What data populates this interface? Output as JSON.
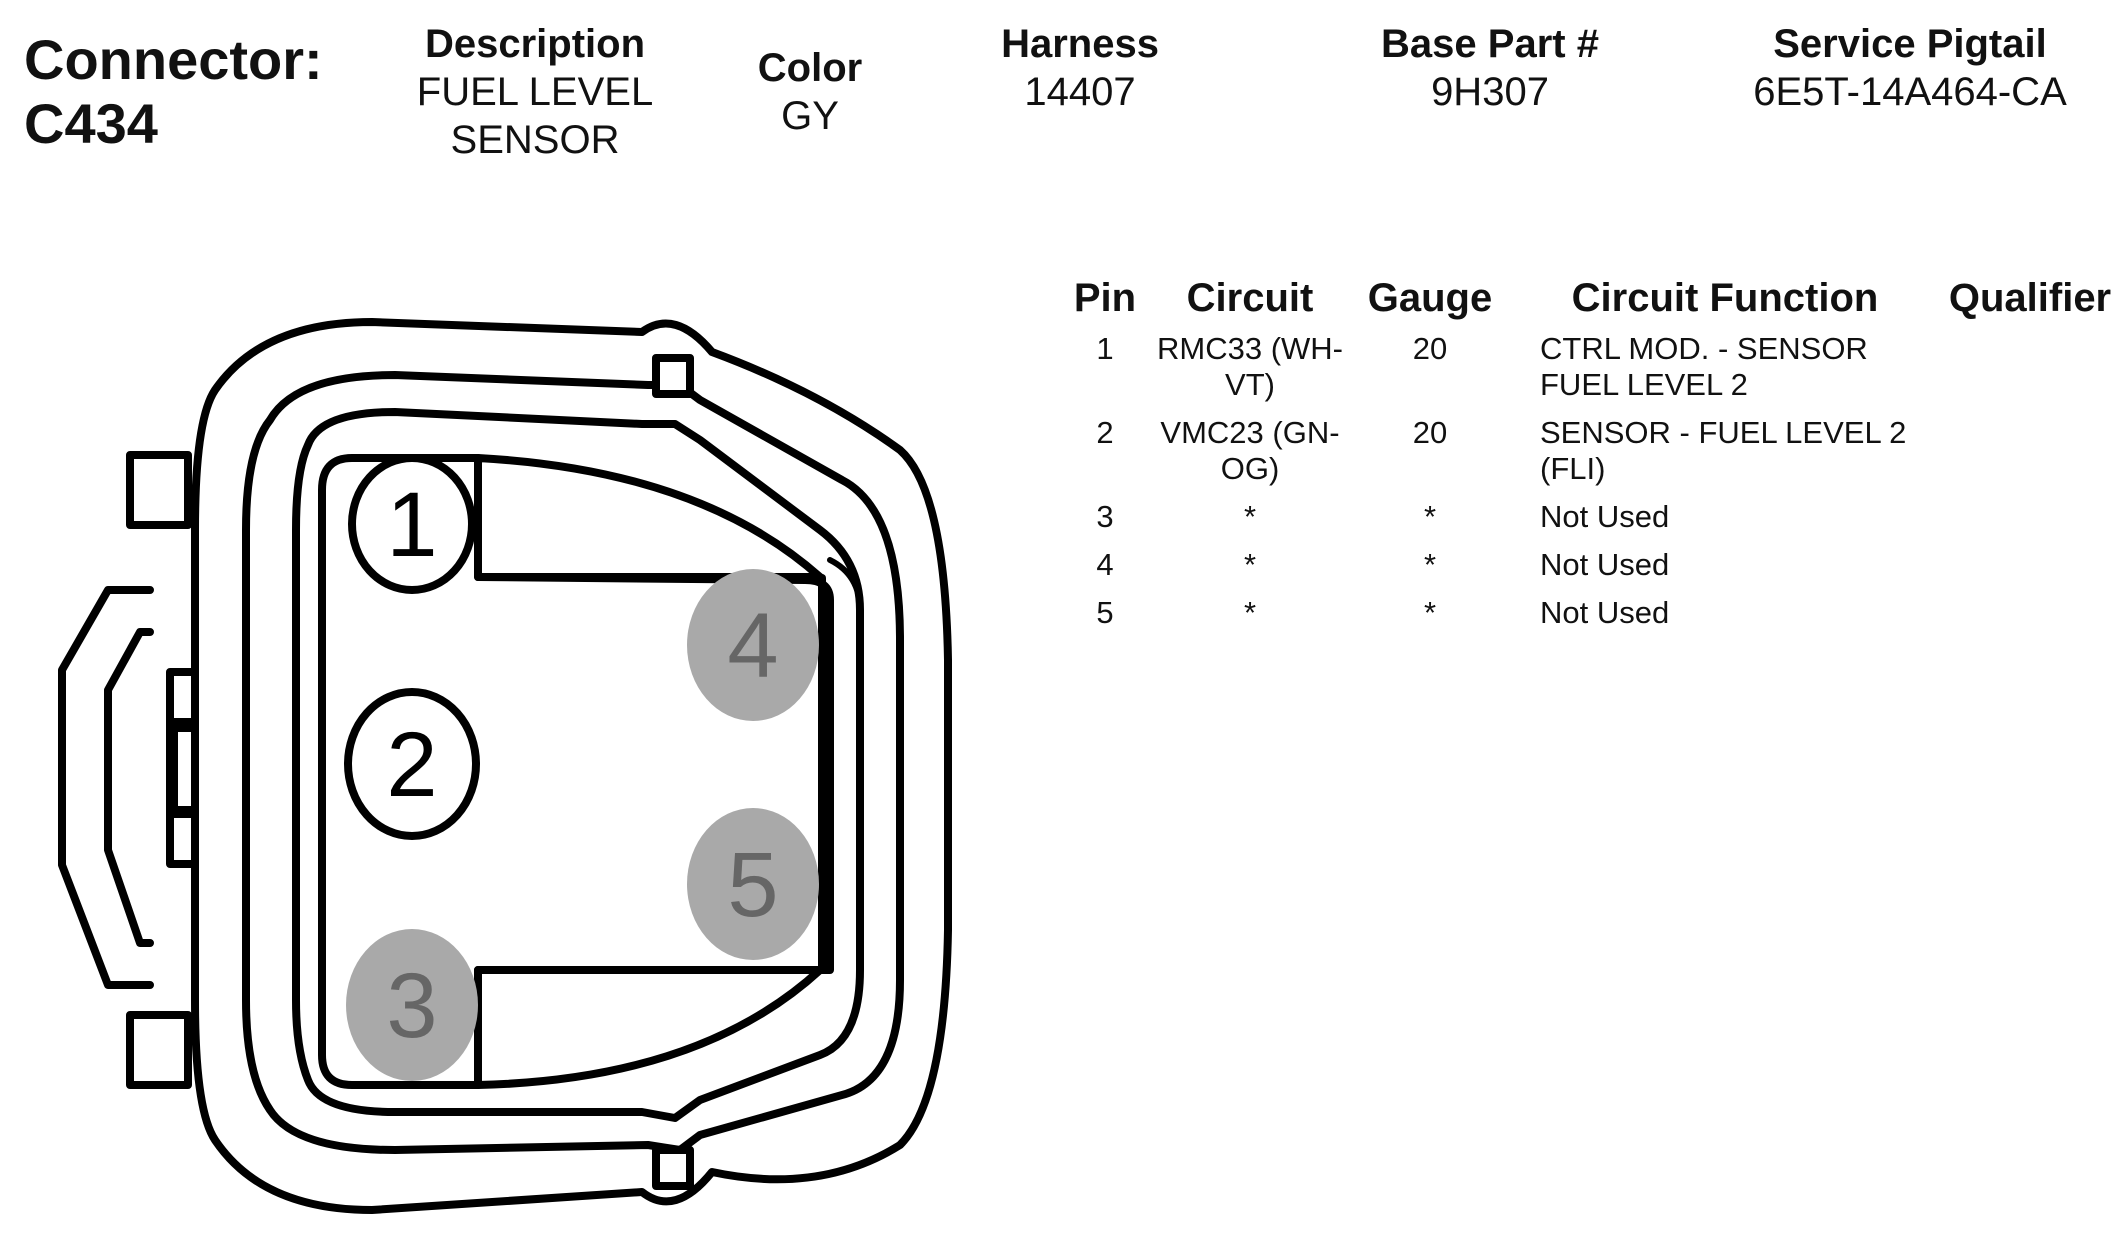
{
  "header": {
    "connector_label": "Connector:",
    "connector_id": "C434",
    "description_label": "Description",
    "description_line1": "FUEL LEVEL",
    "description_line2": "SENSOR",
    "color_label": "Color",
    "color_value": "GY",
    "harness_label": "Harness",
    "harness_value": "14407",
    "base_part_label": "Base Part #",
    "base_part_value": "9H307",
    "service_pigtail_label": "Service Pigtail",
    "service_pigtail_value": "6E5T-14A464-CA"
  },
  "table": {
    "headers": {
      "pin": "Pin",
      "circuit": "Circuit",
      "gauge": "Gauge",
      "circuit_function": "Circuit Function",
      "qualifier": "Qualifier"
    },
    "rows": [
      {
        "pin": "1",
        "circuit_line1": "RMC33 (WH-",
        "circuit_line2": "VT)",
        "gauge": "20",
        "function_line1": "CTRL MOD. - SENSOR",
        "function_line2": "FUEL LEVEL 2"
      },
      {
        "pin": "2",
        "circuit_line1": "VMC23 (GN-",
        "circuit_line2": "OG)",
        "gauge": "20",
        "function_line1": "SENSOR - FUEL LEVEL 2",
        "function_line2": "(FLI)"
      },
      {
        "pin": "3",
        "circuit_line1": "*",
        "circuit_line2": "",
        "gauge": "*",
        "function_line1": "Not Used",
        "function_line2": ""
      },
      {
        "pin": "4",
        "circuit_line1": "*",
        "circuit_line2": "",
        "gauge": "*",
        "function_line1": "Not Used",
        "function_line2": ""
      },
      {
        "pin": "5",
        "circuit_line1": "*",
        "circuit_line2": "",
        "gauge": "*",
        "function_line1": "Not Used",
        "function_line2": ""
      }
    ]
  },
  "diagram": {
    "pins": [
      {
        "label": "1",
        "state": "used"
      },
      {
        "label": "2",
        "state": "used"
      },
      {
        "label": "3",
        "state": "not-used"
      },
      {
        "label": "4",
        "state": "not-used"
      },
      {
        "label": "5",
        "state": "not-used"
      }
    ],
    "colors": {
      "outline": "#000000",
      "used_fill": "#ffffff",
      "unused_fill": "#a9a9a9",
      "unused_text": "#666666"
    }
  }
}
